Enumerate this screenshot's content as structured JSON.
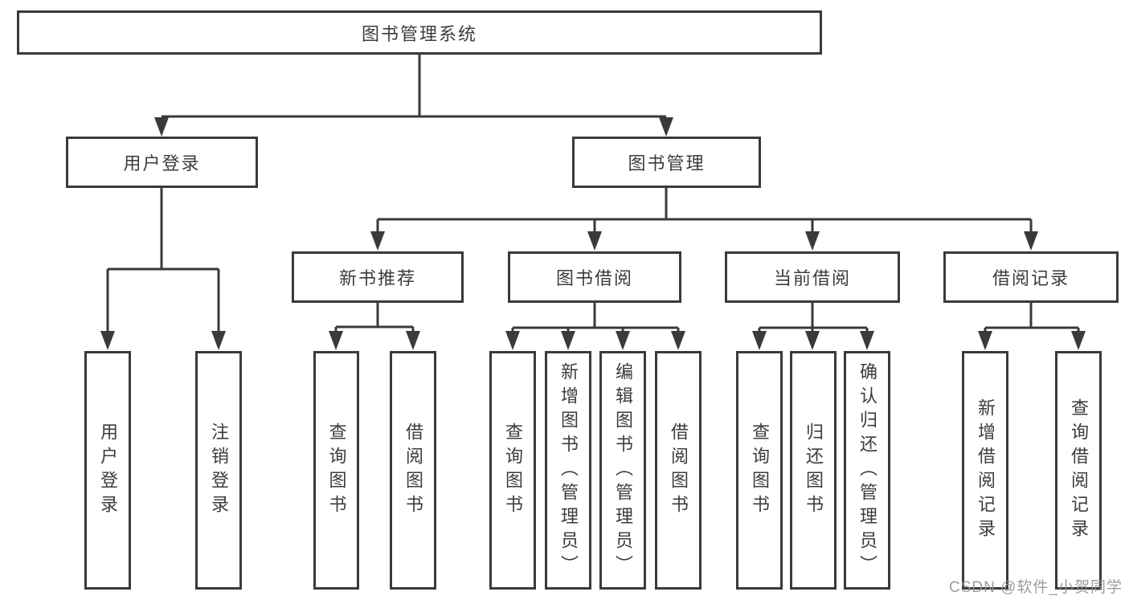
{
  "nodes": {
    "root": {
      "label": "图书管理系统"
    },
    "user_login": {
      "label": "用户登录"
    },
    "book_management": {
      "label": "图书管理"
    },
    "new_book_recommend": {
      "label": "新书推荐"
    },
    "book_borrowing": {
      "label": "图书借阅"
    },
    "current_borrowing": {
      "label": "当前借阅"
    },
    "borrowing_records": {
      "label": "借阅记录"
    },
    "leaf_user_login": {
      "label": "用户登录"
    },
    "leaf_logout": {
      "label": "注销登录"
    },
    "leaf_query_books_recommend": {
      "label": "查询图书"
    },
    "leaf_borrow_books_recommend": {
      "label": "借阅图书"
    },
    "leaf_query_books_borrowing": {
      "label": "查询图书"
    },
    "leaf_add_books_admin": {
      "label": "新增图书（管理员）"
    },
    "leaf_edit_books_admin": {
      "label": "编辑图书（管理员）"
    },
    "leaf_borrow_books_borrowing": {
      "label": "借阅图书"
    },
    "leaf_query_books_current": {
      "label": "查询图书"
    },
    "leaf_return_books": {
      "label": "归还图书"
    },
    "leaf_confirm_return_admin": {
      "label": "确认归还（管理员）"
    },
    "leaf_add_borrow_record": {
      "label": "新增借阅记录"
    },
    "leaf_query_borrow_record": {
      "label": "查询借阅记录"
    }
  },
  "watermark": {
    "text": "CSDN @软件_小贺同学"
  },
  "colors": {
    "line": "#3a3a3a",
    "box_border": "#3a3a3a",
    "text": "#3c3c3c",
    "background": "#ffffff",
    "watermark": "#949494"
  }
}
